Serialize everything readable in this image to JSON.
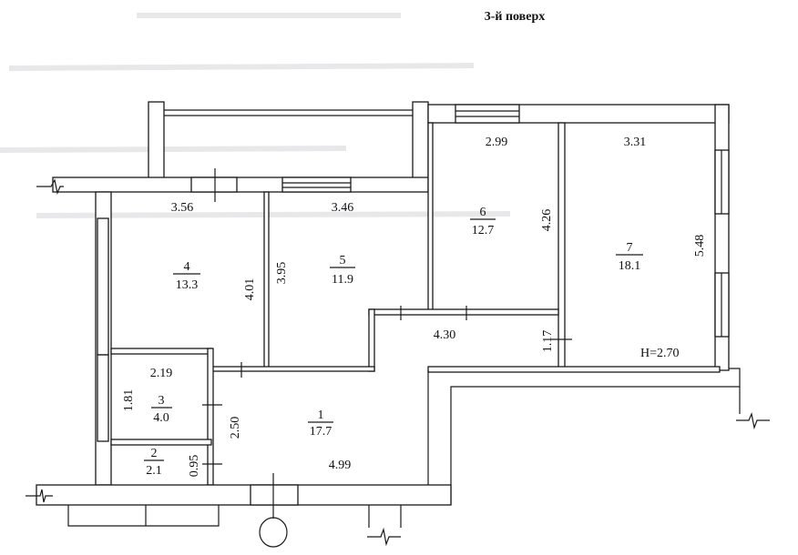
{
  "title": "3-й поверх",
  "ceiling_height": "H=2.70",
  "rooms": [
    {
      "number": "1",
      "area": "17.7"
    },
    {
      "number": "2",
      "area": "2.1"
    },
    {
      "number": "3",
      "area": "4.0"
    },
    {
      "number": "4",
      "area": "13.3"
    },
    {
      "number": "5",
      "area": "11.9"
    },
    {
      "number": "6",
      "area": "12.7"
    },
    {
      "number": "7",
      "area": "18.1"
    }
  ],
  "dimensions": [
    "3.56",
    "3.46",
    "2.99",
    "3.31",
    "4.01",
    "3.95",
    "4.26",
    "5.48",
    "4.30",
    "1.17",
    "2.19",
    "1.81",
    "2.50",
    "0.95",
    "4.99"
  ]
}
